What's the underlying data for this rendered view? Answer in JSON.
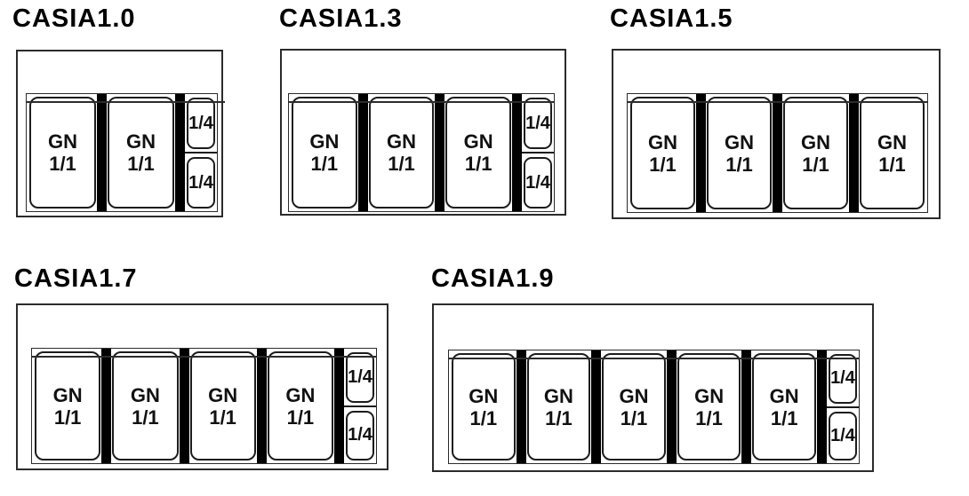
{
  "colors": {
    "background": "#ffffff",
    "line": "#2b2b2b",
    "divider": "#000000",
    "text": "#000000"
  },
  "diagrams": [
    {
      "id": "casia-1-0",
      "title": "CASIA1.0",
      "gn_pans": [
        {
          "line1": "GN",
          "line2": "1/1"
        },
        {
          "line1": "GN",
          "line2": "1/1"
        }
      ],
      "quarter_pans": [
        "1/4",
        "1/4"
      ]
    },
    {
      "id": "casia-1-3",
      "title": "CASIA1.3",
      "gn_pans": [
        {
          "line1": "GN",
          "line2": "1/1"
        },
        {
          "line1": "GN",
          "line2": "1/1"
        },
        {
          "line1": "GN",
          "line2": "1/1"
        }
      ],
      "quarter_pans": [
        "1/4",
        "1/4"
      ]
    },
    {
      "id": "casia-1-5",
      "title": "CASIA1.5",
      "gn_pans": [
        {
          "line1": "GN",
          "line2": "1/1"
        },
        {
          "line1": "GN",
          "line2": "1/1"
        },
        {
          "line1": "GN",
          "line2": "1/1"
        },
        {
          "line1": "GN",
          "line2": "1/1"
        }
      ],
      "quarter_pans": []
    },
    {
      "id": "casia-1-7",
      "title": "CASIA1.7",
      "gn_pans": [
        {
          "line1": "GN",
          "line2": "1/1"
        },
        {
          "line1": "GN",
          "line2": "1/1"
        },
        {
          "line1": "GN",
          "line2": "1/1"
        },
        {
          "line1": "GN",
          "line2": "1/1"
        }
      ],
      "quarter_pans": [
        "1/4",
        "1/4"
      ]
    },
    {
      "id": "casia-1-9",
      "title": "CASIA1.9",
      "gn_pans": [
        {
          "line1": "GN",
          "line2": "1/1"
        },
        {
          "line1": "GN",
          "line2": "1/1"
        },
        {
          "line1": "GN",
          "line2": "1/1"
        },
        {
          "line1": "GN",
          "line2": "1/1"
        },
        {
          "line1": "GN",
          "line2": "1/1"
        }
      ],
      "quarter_pans": [
        "1/4",
        "1/4"
      ]
    }
  ]
}
